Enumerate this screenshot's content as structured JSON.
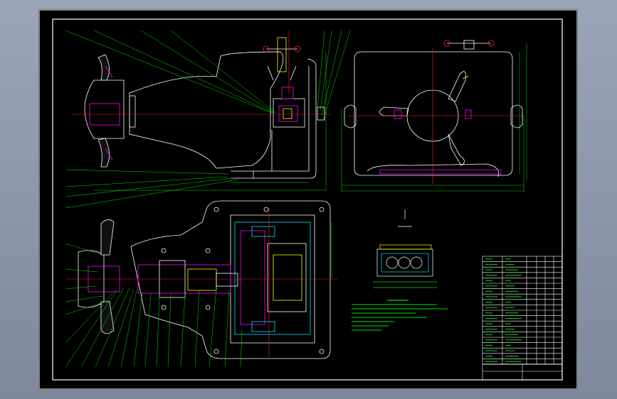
{
  "drawing": {
    "type": "CAD mechanical assembly drawing",
    "background": "#000000",
    "frame_color": "#ffffff",
    "colors": {
      "outline": "#ffffff",
      "dimension": "#00e000",
      "centerline": "#ff2020",
      "hatch": "#ff00ff",
      "hidden": "#ffff00",
      "part": "#00e5ff"
    },
    "views": [
      "front-elevation",
      "side-elevation",
      "top-section-plan",
      "small-auxiliary-view"
    ],
    "title_block": {
      "rows": 20,
      "columns": 6
    }
  }
}
